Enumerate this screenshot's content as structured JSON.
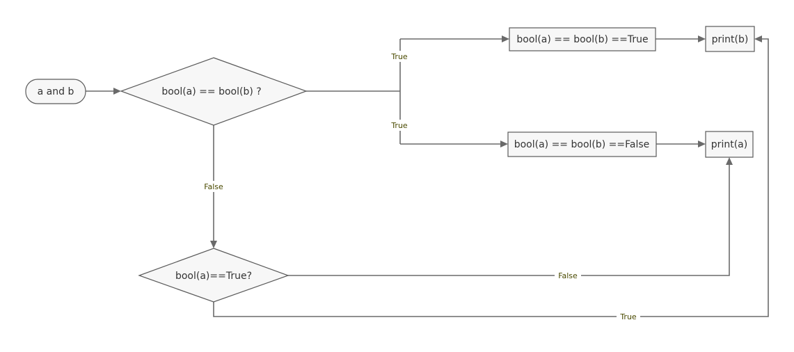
{
  "diagram": {
    "nodes": {
      "start": "a and b",
      "decision1": "bool(a) == bool(b)  ?",
      "process_true": "bool(a) == bool(b) ==True",
      "process_false": "bool(a) == bool(b) ==False",
      "print_b": "print(b)",
      "print_a": "print(a)",
      "decision2": "bool(a)==True?"
    },
    "edges": {
      "upper_true": "True",
      "lower_true": "True",
      "d1_false": "False",
      "d2_false": "False",
      "d2_true": "True"
    }
  },
  "colors": {
    "shape_fill": "#f7f7f7",
    "shape_stroke": "#5a5a5a",
    "edge": "#6a6a6a",
    "edge_label": "#4a4a00"
  }
}
